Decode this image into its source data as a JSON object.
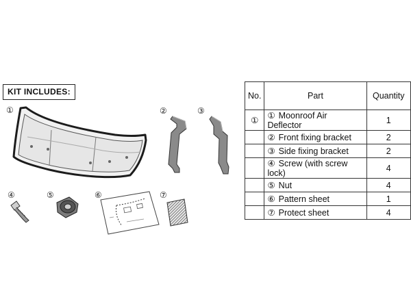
{
  "kit_title": "KIT INCLUDES:",
  "callouts": [
    "①",
    "②",
    "③",
    "④",
    "⑤",
    "⑥",
    "⑦"
  ],
  "table": {
    "headers": {
      "no": "No.",
      "part": "Part",
      "quantity": "Quantity"
    },
    "rows": [
      {
        "no": "①",
        "part": "Moonroof Air Deflector",
        "quantity": "1"
      },
      {
        "no": "②",
        "part": "Front fixing bracket",
        "quantity": "2"
      },
      {
        "no": "③",
        "part": "Side fixing bracket",
        "quantity": "2"
      },
      {
        "no": "④",
        "part": "Screw (with screw lock)",
        "quantity": "4"
      },
      {
        "no": "⑤",
        "part": "Nut",
        "quantity": "4"
      },
      {
        "no": "⑥",
        "part": "Pattern sheet",
        "quantity": "1"
      },
      {
        "no": "⑦",
        "part": "Protect sheet",
        "quantity": "4"
      }
    ]
  }
}
